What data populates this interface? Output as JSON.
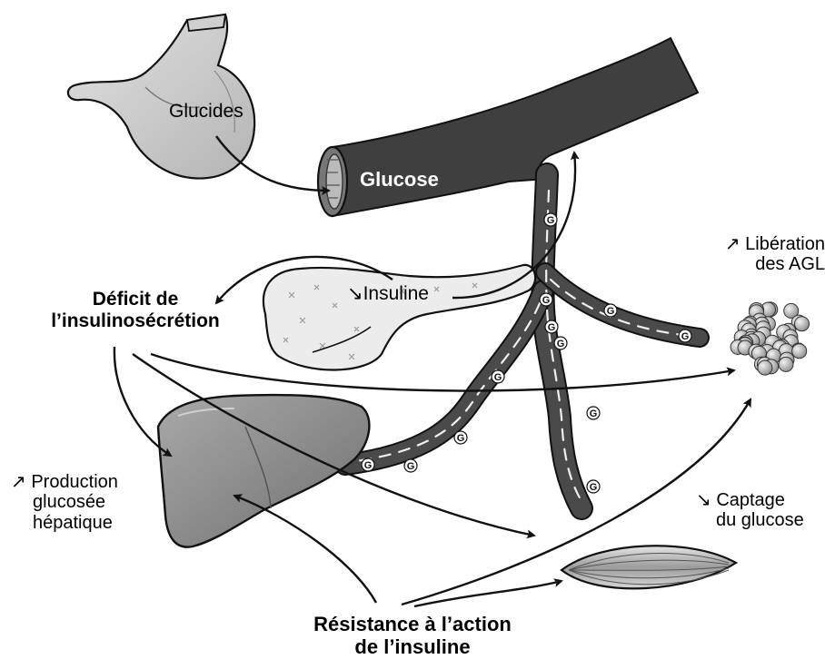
{
  "colors": {
    "vessel": "#3f3f3f",
    "organ_light": "#d4d4d4",
    "organ_mid": "#bdbdbd",
    "liver": "#888888",
    "outline": "#111111"
  },
  "icons": [
    "stomach-icon",
    "blood-vessel-icon",
    "pancreas-icon",
    "liver-icon",
    "muscle-icon",
    "fat-cells-icon"
  ],
  "labels": {
    "glucides": "Glucides",
    "glucose": "Glucose",
    "insuline": "↘Insuline",
    "deficit_line1": "Déficit de",
    "deficit_line2": "l’insulinosécrétion",
    "liberation_line1": "↗ Libération",
    "liberation_line2": "des AGL",
    "production_line1": "↗ Production",
    "production_line2": "glucosée",
    "production_line3": "hépatique",
    "captage_line1": "↘ Captage",
    "captage_line2": "du glucose",
    "resistance_line1": "Résistance à l’action",
    "resistance_line2": "de l’insuline",
    "glucose_marker": "G"
  }
}
